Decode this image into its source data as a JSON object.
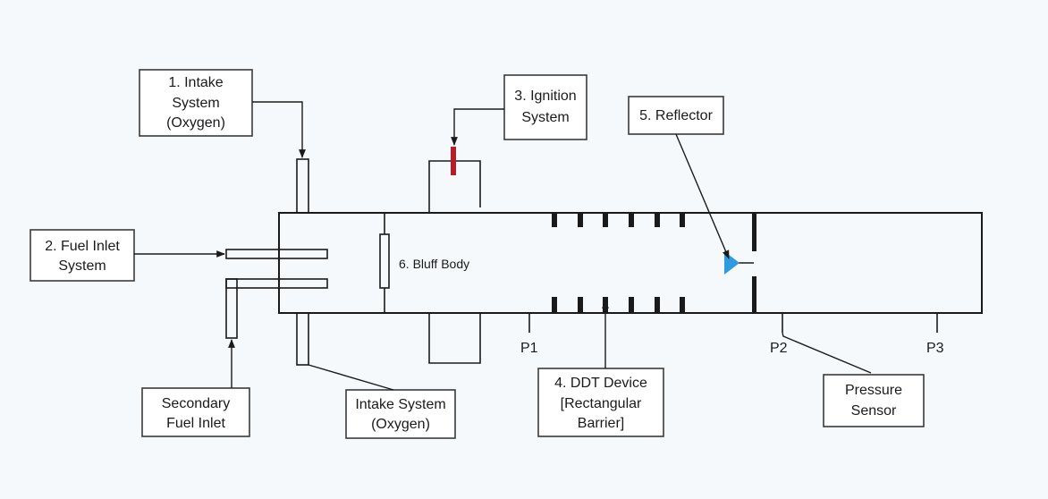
{
  "labels": {
    "intake_top": [
      "1. Intake",
      "System",
      "(Oxygen)"
    ],
    "fuel_inlet": [
      "2. Fuel Inlet",
      "System"
    ],
    "ignition": [
      "3. Ignition",
      "System"
    ],
    "ddt": [
      "4. DDT Device",
      "[Rectangular",
      "Barrier]"
    ],
    "reflector": [
      "5. Reflector"
    ],
    "bluff_body": "6. Bluff Body",
    "secondary_fuel": [
      "Secondary",
      "Fuel Inlet"
    ],
    "intake_bottom": [
      "Intake System",
      "(Oxygen)"
    ],
    "pressure_sensor": [
      "Pressure",
      "Sensor"
    ],
    "p1": "P1",
    "p2": "P2",
    "p3": "P3"
  },
  "colors": {
    "background": "#f6f9fb",
    "line": "#1a1a1a",
    "spark_plug": "#b3202a",
    "reflector": "#2e9be0",
    "box_border": "#3a3a3a"
  }
}
